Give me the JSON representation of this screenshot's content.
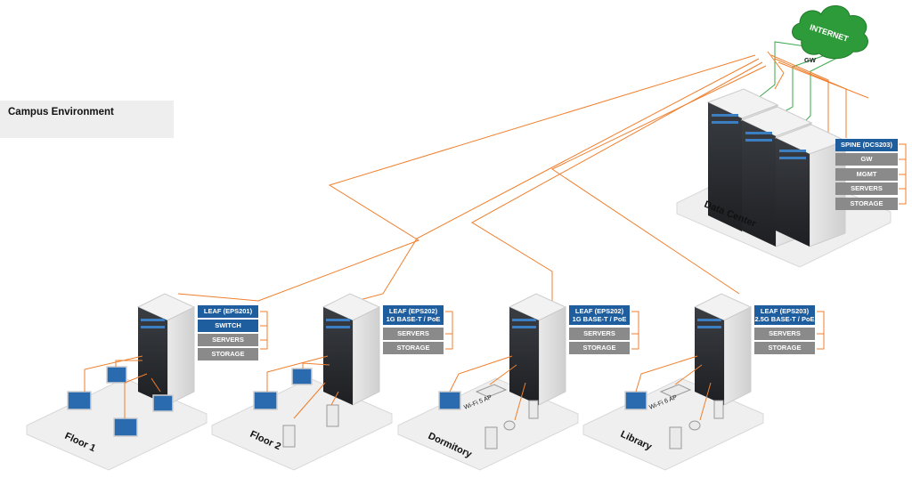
{
  "title": "Campus Environment",
  "internet": {
    "label": "INTERNET",
    "gw_label": "GW"
  },
  "datacenter": {
    "name": "Data Center",
    "labels": [
      "SPINE (DCS203)",
      "GW",
      "MGMT",
      "SERVERS",
      "STORAGE"
    ]
  },
  "floor1": {
    "name": "Floor 1",
    "labels": [
      "LEAF (EPS201)",
      "SWITCH",
      "SERVERS",
      "STORAGE"
    ]
  },
  "floor2": {
    "name": "Floor 2",
    "label_main_1": "LEAF (EPS202)",
    "label_main_2": "1G BASE-T / PoE",
    "labels": [
      "SERVERS",
      "STORAGE"
    ]
  },
  "dormitory": {
    "name": "Dormitory",
    "ap_label": "Wi-Fi 5 AP",
    "label_main_1": "LEAF (EPS202)",
    "label_main_2": "1G BASE-T / PoE",
    "labels": [
      "SERVERS",
      "STORAGE"
    ]
  },
  "library": {
    "name": "Library",
    "ap_label": "Wi-Fi 6 AP",
    "label_main_1": "LEAF (EPS203)",
    "label_main_2": "2.5G BASE-T / PoE",
    "labels": [
      "SERVERS",
      "STORAGE"
    ]
  },
  "colors": {
    "link": "#f07f2c",
    "wan": "#3aa84a",
    "label_blue": "#1f5e9e",
    "label_gray": "#8a8a8a",
    "cloud": "#2e9b3a"
  }
}
